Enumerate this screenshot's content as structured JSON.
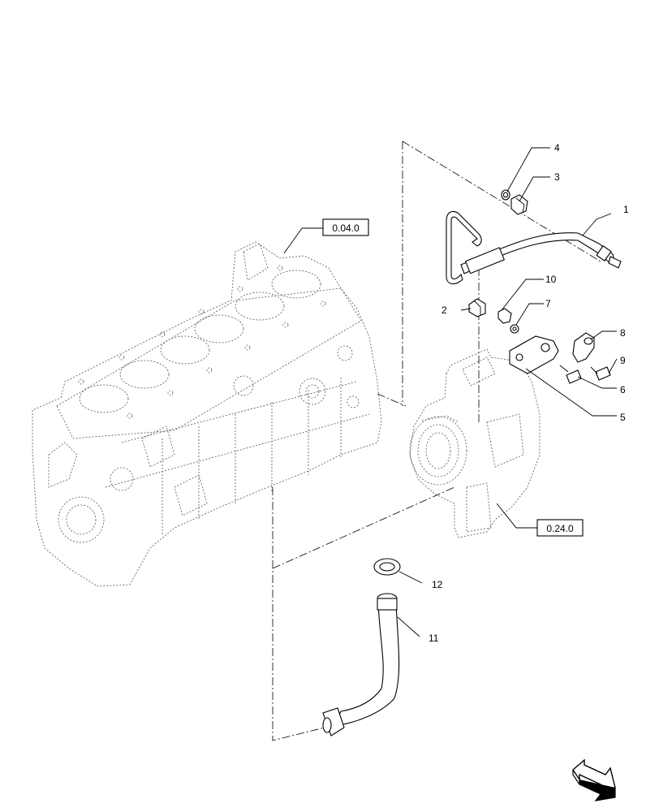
{
  "ref_boxes": [
    {
      "id": "engine-block-ref",
      "label": "0.04.0"
    },
    {
      "id": "turbo-ref",
      "label": "0.24.0"
    }
  ],
  "callouts": [
    {
      "n": "1"
    },
    {
      "n": "2"
    },
    {
      "n": "3"
    },
    {
      "n": "4"
    },
    {
      "n": "5"
    },
    {
      "n": "6"
    },
    {
      "n": "7"
    },
    {
      "n": "8"
    },
    {
      "n": "9"
    },
    {
      "n": "10"
    },
    {
      "n": "11"
    },
    {
      "n": "12"
    }
  ],
  "orientation_icon": "direction-arrow-icon"
}
